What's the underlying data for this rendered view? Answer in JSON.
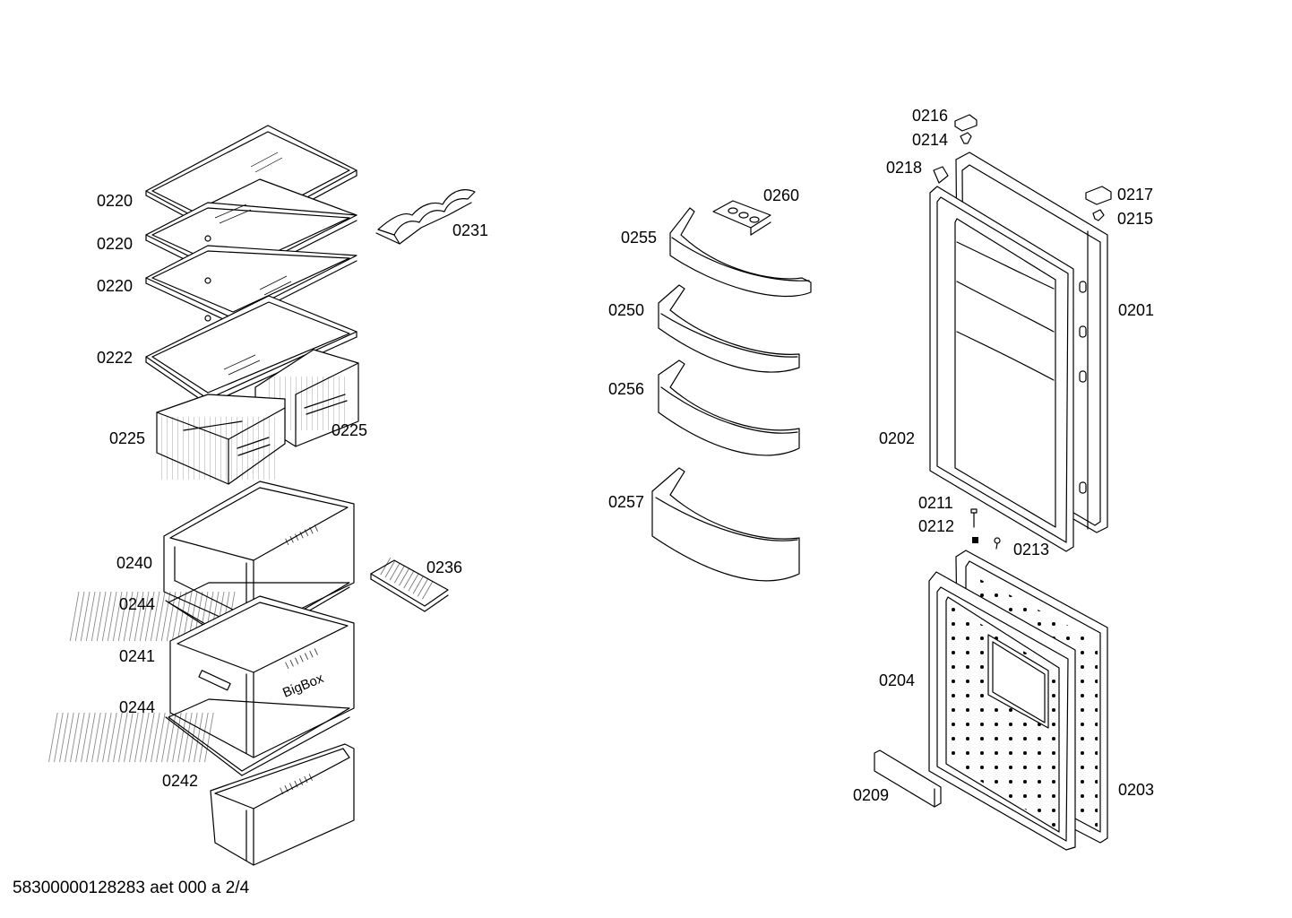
{
  "labels": {
    "l0220a": "0220",
    "l0220b": "0220",
    "l0220c": "0220",
    "l0222": "0222",
    "l0231": "0231",
    "l0225a": "0225",
    "l0225b": "0225",
    "l0240": "0240",
    "l0244a": "0244",
    "l0241": "0241",
    "l0244b": "0244",
    "l0242": "0242",
    "l0236": "0236",
    "l0260": "0260",
    "l0255": "0255",
    "l0250": "0250",
    "l0256": "0256",
    "l0257": "0257",
    "l0216": "0216",
    "l0214": "0214",
    "l0218": "0218",
    "l0217": "0217",
    "l0215": "0215",
    "l0201": "0201",
    "l0202": "0202",
    "l0211": "0211",
    "l0212": "0212",
    "l0213": "0213",
    "l0204": "0204",
    "l0209": "0209",
    "l0203": "0203"
  },
  "bigbox_text": "BigBox",
  "footer": "58300000128283 aet 000 a 2/4"
}
